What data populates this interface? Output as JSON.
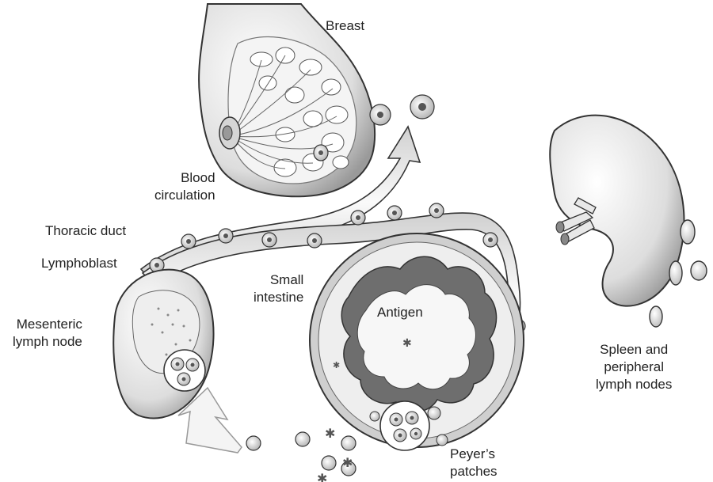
{
  "labels": {
    "breast": "Breast",
    "blood_circulation": [
      "Blood",
      "circulation"
    ],
    "thoracic_duct": "Thoracic duct",
    "lymphoblast": "Lymphoblast",
    "small_intestine": [
      "Small",
      "intestine"
    ],
    "antigen": "Antigen",
    "mesenteric_lymph_node": [
      "Mesenteric",
      "lymph node"
    ],
    "spleen_peripheral": [
      "Spleen and",
      "peripheral",
      "lymph nodes"
    ],
    "peyers_patches": [
      "Peyer’s",
      "patches"
    ]
  },
  "colors": {
    "ink": "#222222",
    "shade": "#8a8a8a",
    "light_shade": "#d9d9d9",
    "arrow_fill": "#f2f2f2"
  }
}
